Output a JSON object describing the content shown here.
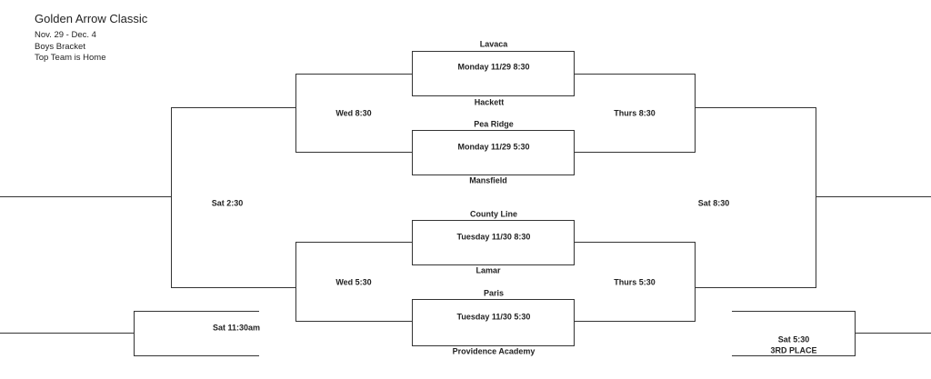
{
  "header": {
    "title": "Golden Arrow Classic",
    "dates": "Nov. 29 - Dec. 4",
    "bracket": "Boys Bracket",
    "note": "Top Team is Home"
  },
  "first_round": [
    {
      "top_team": "Lavaca",
      "game_time": "Monday 11/29 8:30",
      "bottom_team": "Hackett"
    },
    {
      "top_team": "Pea Ridge",
      "game_time": "Monday 11/29 5:30",
      "bottom_team": "Mansfield"
    },
    {
      "top_team": "County Line",
      "game_time": "Tuesday 11/30 8:30",
      "bottom_team": "Lamar"
    },
    {
      "top_team": "Paris",
      "game_time": "Tuesday 11/30 5:30",
      "bottom_team": "Providence Academy"
    }
  ],
  "consolation_semis": {
    "upper": "Wed 8:30",
    "lower": "Wed 5:30"
  },
  "consolation_final": "Sat 2:30",
  "winners_semis": {
    "upper": "Thurs 8:30",
    "lower": "Thurs 5:30"
  },
  "championship": "Sat 8:30",
  "left_extra_game": "Sat 11:30am",
  "third_place": {
    "time": "Sat 5:30",
    "label": "3RD PLACE"
  }
}
